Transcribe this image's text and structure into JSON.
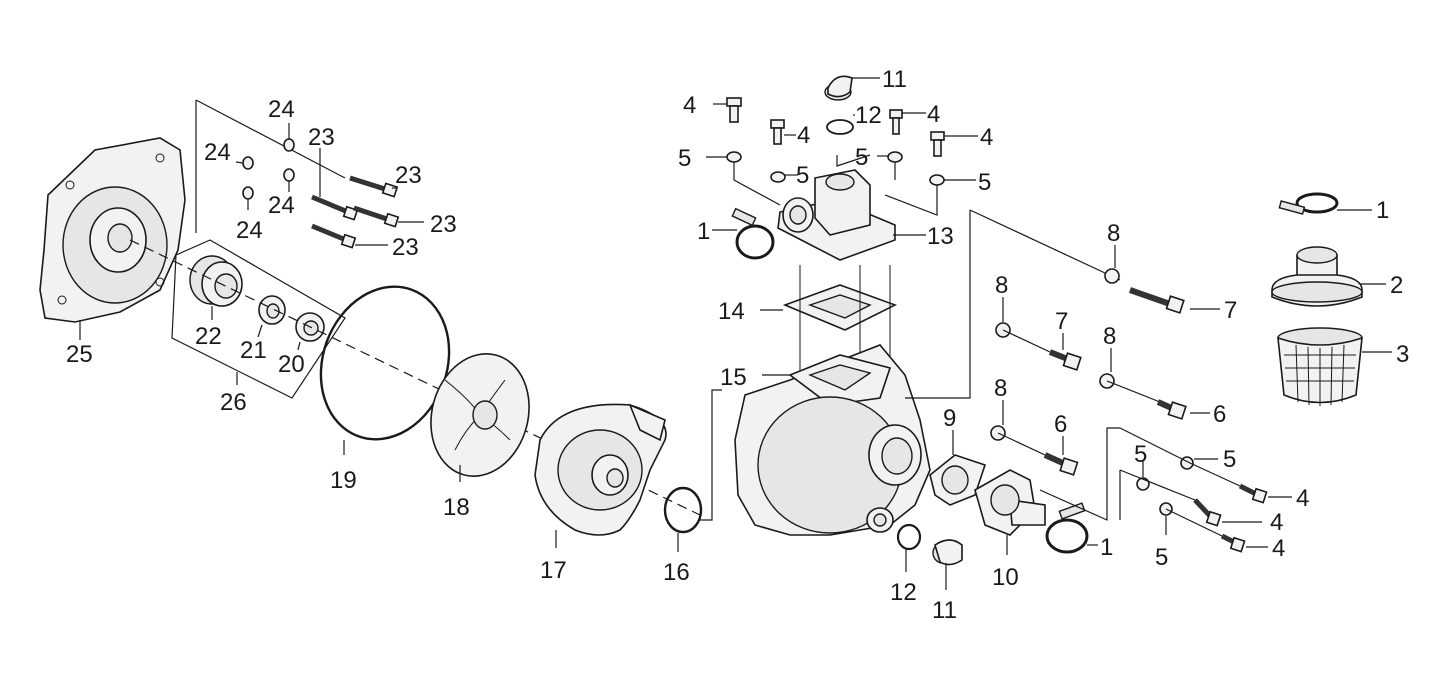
{
  "diagram": {
    "callouts": {
      "c25": "25",
      "c26": "26",
      "c22": "22",
      "c21": "21",
      "c20": "20",
      "c19": "19",
      "c24a": "24",
      "c24b": "24",
      "c24c": "24",
      "c24d": "24",
      "c23a": "23",
      "c23b": "23",
      "c23c": "23",
      "c23d": "23",
      "c18": "18",
      "c17": "17",
      "c16": "16",
      "c4a": "4",
      "c4b": "4",
      "c4c": "4",
      "c4d": "4",
      "c5a": "5",
      "c5b": "5",
      "c5c": "5",
      "c5d": "5",
      "c11a": "11",
      "c12a": "12",
      "c1a": "1",
      "c13": "13",
      "c14": "14",
      "c15": "15",
      "c8a": "8",
      "c8b": "8",
      "c8c": "8",
      "c8d": "8",
      "c7a": "7",
      "c7b": "7",
      "c6a": "6",
      "c6b": "6",
      "c9": "9",
      "c10": "10",
      "c12b": "12",
      "c11b": "11",
      "c1b": "1",
      "c5e": "5",
      "c5f": "5",
      "c5g": "5",
      "c4e": "4",
      "c4f": "4",
      "c4g": "4",
      "c1c": "1",
      "c2": "2",
      "c3": "3"
    }
  }
}
